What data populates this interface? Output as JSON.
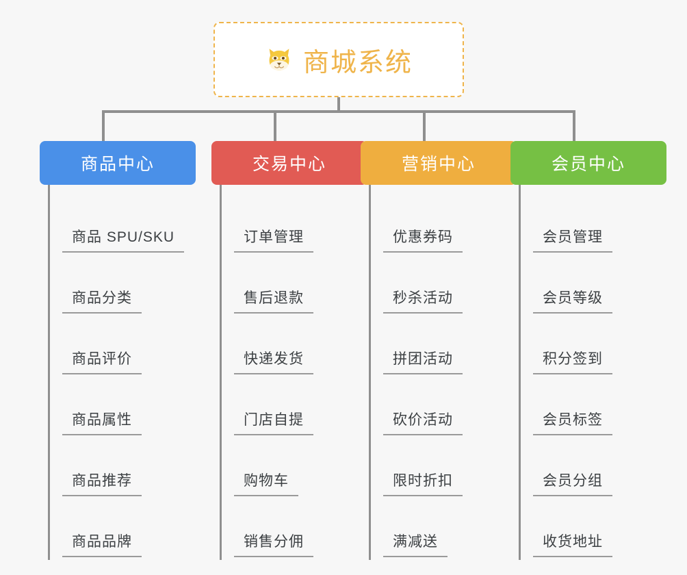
{
  "page": {
    "background_color": "#f7f7f7",
    "type": "mindmap-org-chart"
  },
  "root": {
    "icon": "shiba-dog-face-icon",
    "title": "商城系统",
    "text_color": "#efb44a",
    "border_color": "#efb44a",
    "background_color": "#ffffff"
  },
  "connector": {
    "color": "#8f8f8f"
  },
  "columns": [
    {
      "id": "product-center",
      "title": "商品中心",
      "color": "#4a90e8",
      "items": [
        "商品 SPU/SKU",
        "商品分类",
        "商品评价",
        "商品属性",
        "商品推荐",
        "商品品牌"
      ]
    },
    {
      "id": "trade-center",
      "title": "交易中心",
      "color": "#e15b54",
      "items": [
        "订单管理",
        "售后退款",
        "快递发货",
        "门店自提",
        "购物车",
        "销售分佣"
      ]
    },
    {
      "id": "marketing-center",
      "title": "营销中心",
      "color": "#efae3f",
      "items": [
        "优惠券码",
        "秒杀活动",
        "拼团活动",
        "砍价活动",
        "限时折扣",
        "满减送"
      ]
    },
    {
      "id": "member-center",
      "title": "会员中心",
      "color": "#76c044",
      "items": [
        "会员管理",
        "会员等级",
        "积分签到",
        "会员标签",
        "会员分组",
        "收货地址"
      ]
    }
  ]
}
